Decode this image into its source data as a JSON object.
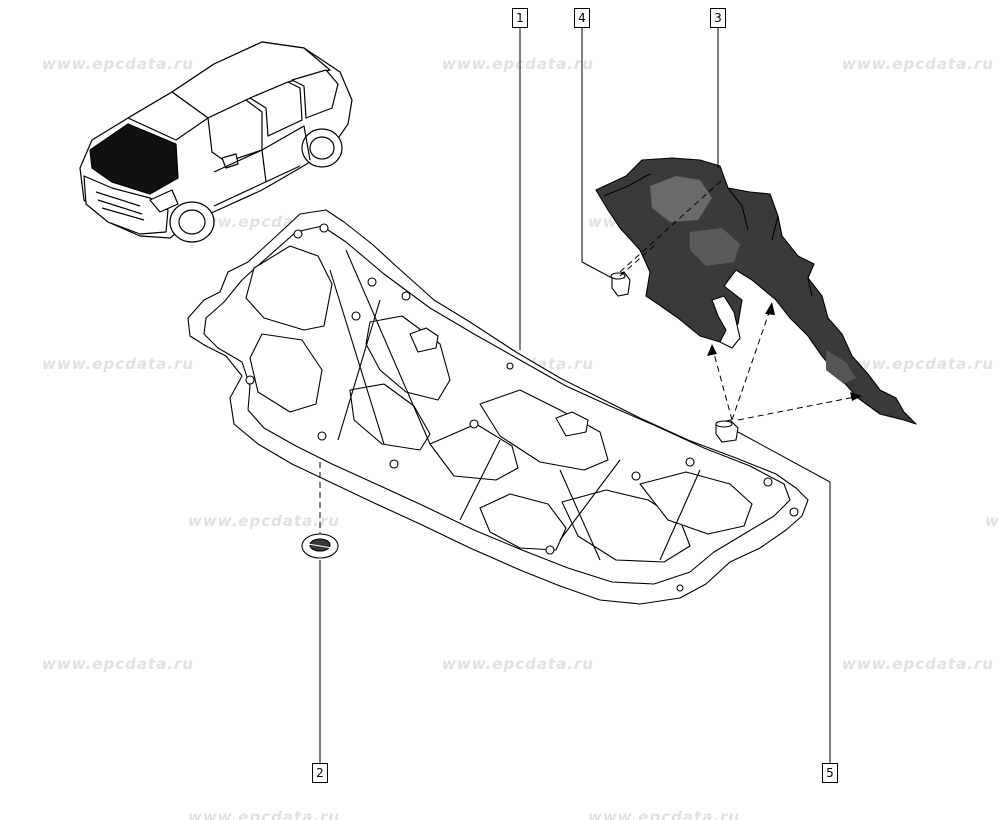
{
  "watermark": {
    "text": "www.epcdata.ru",
    "color": "#e2e2e2"
  },
  "callouts": {
    "c1": "1",
    "c2": "2",
    "c3": "3",
    "c4": "4",
    "c5": "5"
  },
  "colors": {
    "line": "#000000",
    "part_fill": "#ffffff",
    "insulator_fill": "#2a2a2a",
    "hood_highlight": "#111111"
  }
}
